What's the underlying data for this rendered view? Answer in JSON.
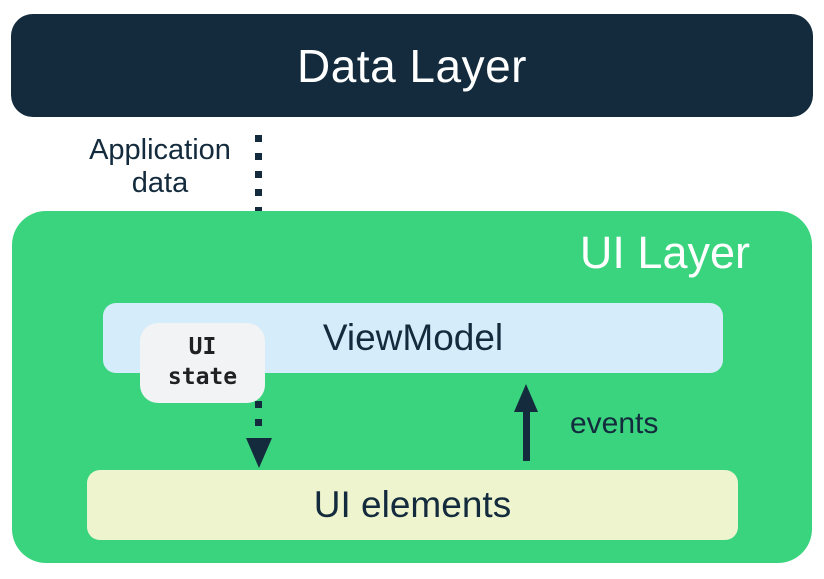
{
  "diagram": {
    "data_layer": {
      "label": "Data Layer"
    },
    "application_data_arrow": {
      "label": "Application\ndata",
      "direction": "down",
      "style": "dotted"
    },
    "ui_layer": {
      "label": "UI Layer"
    },
    "viewmodel": {
      "label": "ViewModel"
    },
    "ui_state_badge": {
      "label": "UI\nstate"
    },
    "ui_state_flow_arrow": {
      "direction": "down",
      "style": "dotted"
    },
    "events_arrow": {
      "label": "events",
      "direction": "up",
      "style": "solid"
    },
    "ui_elements": {
      "label": "UI elements"
    }
  },
  "colors": {
    "dark_navy": "#132B3D",
    "green": "#3BD47E",
    "light_blue": "#D5ECFA",
    "cream": "#EEF4CE",
    "light_gray": "#F1F3F4",
    "white": "#FFFFFF"
  }
}
